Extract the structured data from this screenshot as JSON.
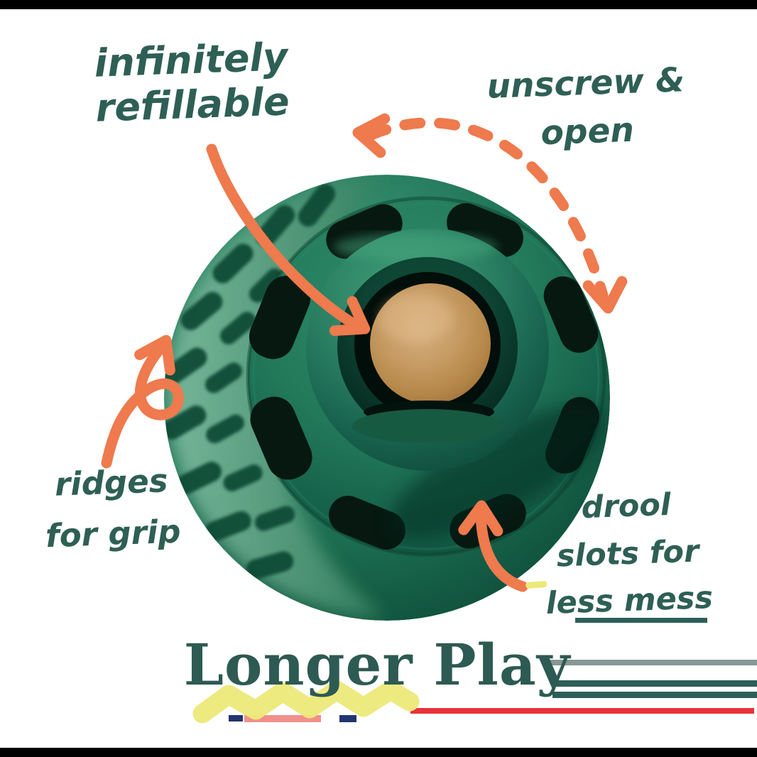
{
  "annotations": {
    "refillable": {
      "line1": "infinitely",
      "line2": "refillable"
    },
    "unscrew": {
      "line1": "unscrew &",
      "line2": "open"
    },
    "ridges": {
      "line1": "ridges",
      "line2": "for grip"
    },
    "drool": {
      "line1": "drool",
      "line2": "slots for",
      "line3": "less mess"
    }
  },
  "heading": {
    "text": "Longer Play"
  },
  "colors": {
    "background": "#ffffff",
    "frame_black": "#000000",
    "annotation_teal": "#2e5f55",
    "heading_teal": "#2d5a52",
    "arrow_orange": "#ee7a4d",
    "ball_green_dark": "#0b4532",
    "ball_green": "#1d7053",
    "ball_green_light": "#7cb99d",
    "treat_brown": "#c69a62",
    "squiggle_yellow": "#ece97a",
    "stripe_red": "#e8333b",
    "stripe_navy": "#22356f",
    "stripe_salmon": "#f0908a"
  },
  "icons": {
    "refill_arrow": "curved-arrow-down-right",
    "unscrew_arrow": "dashed-arc-double-headed",
    "ridges_arrow": "looped-arrow-up-right",
    "drool_arrow": "curved-arrow-up",
    "heading_underline": "yellow-squiggle"
  }
}
